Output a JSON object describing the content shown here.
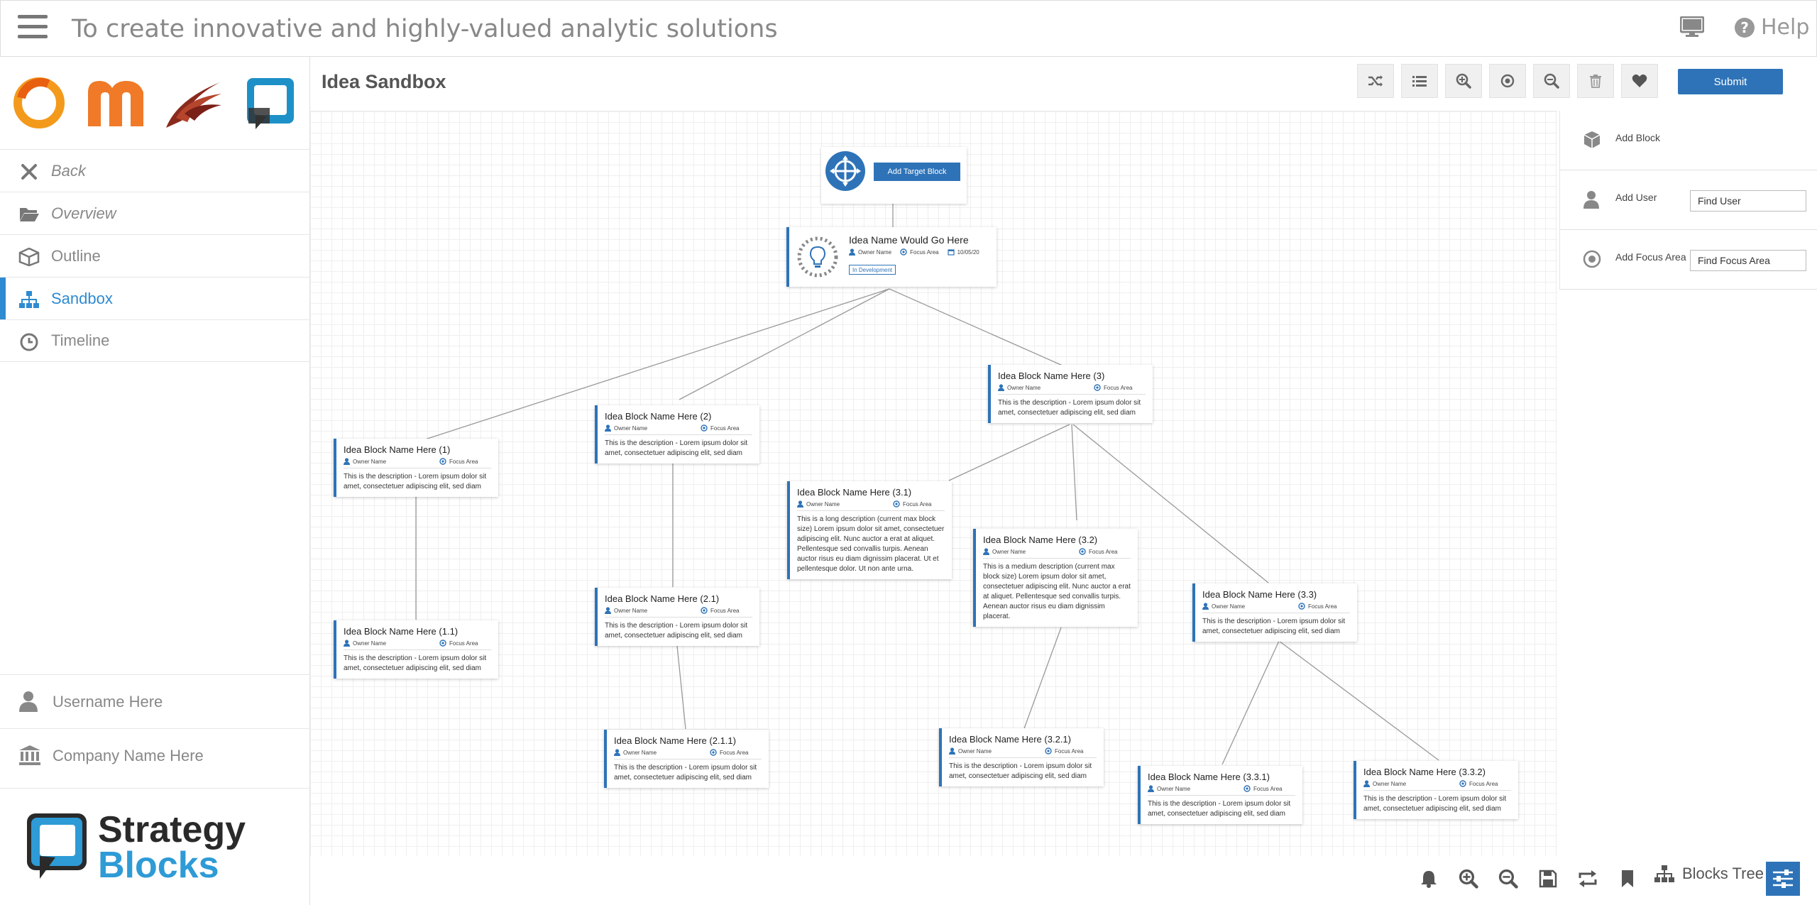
{
  "topbar": {
    "title": "To create innovative and highly-valued analytic solutions",
    "help_label": "Help",
    "menu_icon": "hamburger-icon",
    "monitor_icon": "monitor-icon"
  },
  "sidebar": {
    "nav": [
      {
        "label": "Back",
        "icon": "close-icon"
      },
      {
        "label": "Overview",
        "icon": "folder-open-icon"
      },
      {
        "label": "Outline",
        "icon": "cube-icon"
      },
      {
        "label": "Sandbox",
        "icon": "sitemap-icon",
        "active": true
      },
      {
        "label": "Timeline",
        "icon": "clock-icon"
      }
    ],
    "username": "Username Here",
    "company": "Company Name Here",
    "brand_line1": "Strategy",
    "brand_line2": "Blocks"
  },
  "main": {
    "page_title": "Idea Sandbox",
    "submit_label": "Submit",
    "toolbar_icons": [
      "shuffle-icon",
      "list-icon",
      "zoom-in-icon",
      "target-icon",
      "zoom-out-icon",
      "trash-icon",
      "heart-icon"
    ]
  },
  "right_panel": {
    "add_block": "Add Block",
    "add_user": "Add User",
    "find_user": "Find User",
    "add_focus": "Add Focus Area",
    "find_focus": "Find Focus Area"
  },
  "canvas": {
    "target_button": "Add Target Block",
    "idea": {
      "name": "Idea Name Would Go Here",
      "owner": "Owner Name",
      "focus": "Focus Area",
      "date": "10/05/20",
      "status": "In Development"
    },
    "meta_owner": "Owner Name",
    "meta_focus": "Focus Area",
    "blocks": [
      {
        "name": "Idea Block Name Here (1)",
        "desc": "This is the description - Lorem ipsum dolor sit amet, consectetuer adipiscing elit, sed diam"
      },
      {
        "name": "Idea Block Name Here (2)",
        "desc": "This is the description - Lorem ipsum dolor sit amet, consectetuer adipiscing elit, sed diam"
      },
      {
        "name": "Idea Block Name Here (3)",
        "desc": "This is the description - Lorem ipsum dolor sit amet, consectetuer adipiscing elit, sed diam"
      },
      {
        "name": "Idea Block Name Here (1.1)",
        "desc": "This is the description - Lorem ipsum dolor sit amet, consectetuer adipiscing elit, sed diam"
      },
      {
        "name": "Idea Block Name Here (2.1)",
        "desc": "This is the description - Lorem ipsum dolor sit amet, consectetuer adipiscing elit, sed diam"
      },
      {
        "name": "Idea Block Name Here (2.1.1)",
        "desc": "This is the description - Lorem ipsum dolor sit amet, consectetuer adipiscing elit, sed diam"
      },
      {
        "name": "Idea Block Name Here (3.1)",
        "desc": "This is a long description (current max block size) Lorem ipsum dolor sit amet, consectetuer adipiscing elit. Nunc auctor a erat at aliquet. Pellentesque sed convallis turpis. Aenean auctor risus eu diam dignissim placerat. Ut et pellentesque dolor. Ut non ante urna."
      },
      {
        "name": "Idea Block Name Here (3.2)",
        "desc": "This is a medium description (current max block size) Lorem ipsum dolor sit amet, consectetuer adipiscing elit. Nunc auctor a erat at aliquet. Pellentesque sed convallis turpis. Aenean auctor risus eu diam dignissim placerat."
      },
      {
        "name": "Idea Block Name Here (3.3)",
        "desc": "This is the description - Lorem ipsum dolor sit amet, consectetuer adipiscing elit, sed diam"
      },
      {
        "name": "Idea Block Name Here (3.2.1)",
        "desc": "This is the description - Lorem ipsum dolor sit amet, consectetuer adipiscing elit, sed diam"
      },
      {
        "name": "Idea Block Name Here (3.3.1)",
        "desc": "This is the description - Lorem ipsum dolor sit amet, consectetuer adipiscing elit, sed diam"
      },
      {
        "name": "Idea Block Name Here (3.3.2)",
        "desc": "This is the description - Lorem ipsum dolor sit amet, consectetuer adipiscing elit, sed diam"
      }
    ]
  },
  "bottombar": {
    "icons": [
      "bell-icon",
      "zoom-in-icon",
      "zoom-out-icon",
      "save-icon",
      "refresh-icon",
      "bookmark-icon"
    ],
    "view_label": "Blocks Tree"
  },
  "colors": {
    "accent": "#2e73b8",
    "nav_active": "#2e8bd1",
    "brand_dark": "#2a2a2a",
    "brand_blue": "#2e9bd6"
  }
}
